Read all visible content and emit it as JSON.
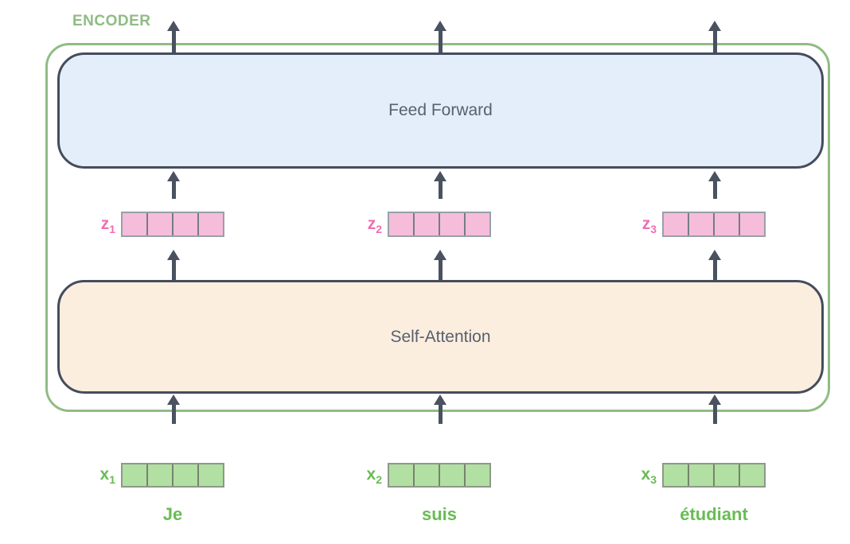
{
  "diagram": {
    "encoder_label": "ENCODER",
    "blocks": {
      "feed_forward": {
        "label": "Feed Forward"
      },
      "self_attention": {
        "label": "Self-Attention"
      }
    },
    "z_vectors": [
      {
        "base": "z",
        "sub": "1"
      },
      {
        "base": "z",
        "sub": "2"
      },
      {
        "base": "z",
        "sub": "3"
      }
    ],
    "x_vectors": [
      {
        "base": "x",
        "sub": "1",
        "word": "Je"
      },
      {
        "base": "x",
        "sub": "2",
        "word": "suis"
      },
      {
        "base": "x",
        "sub": "3",
        "word": "étudiant"
      }
    ],
    "cells_per_vector": 4,
    "colors": {
      "encoder_border": "#90BC85",
      "encoder_label": "#8FBC83",
      "block_border": "#454D5C",
      "block_text": "#59606E",
      "feed_forward_fill": "#E4EEFA",
      "self_attention_fill": "#FBEEDF",
      "arrow": "#4A5260",
      "z_label": "#F06EB2",
      "z_cell_fill": "#F5BDD9",
      "z_cell_border": "#99A0A9",
      "x_label": "#68BC54",
      "x_cell_fill": "#B2DFA2",
      "x_cell_border": "#8E9889",
      "word_text": "#68BC54"
    }
  }
}
